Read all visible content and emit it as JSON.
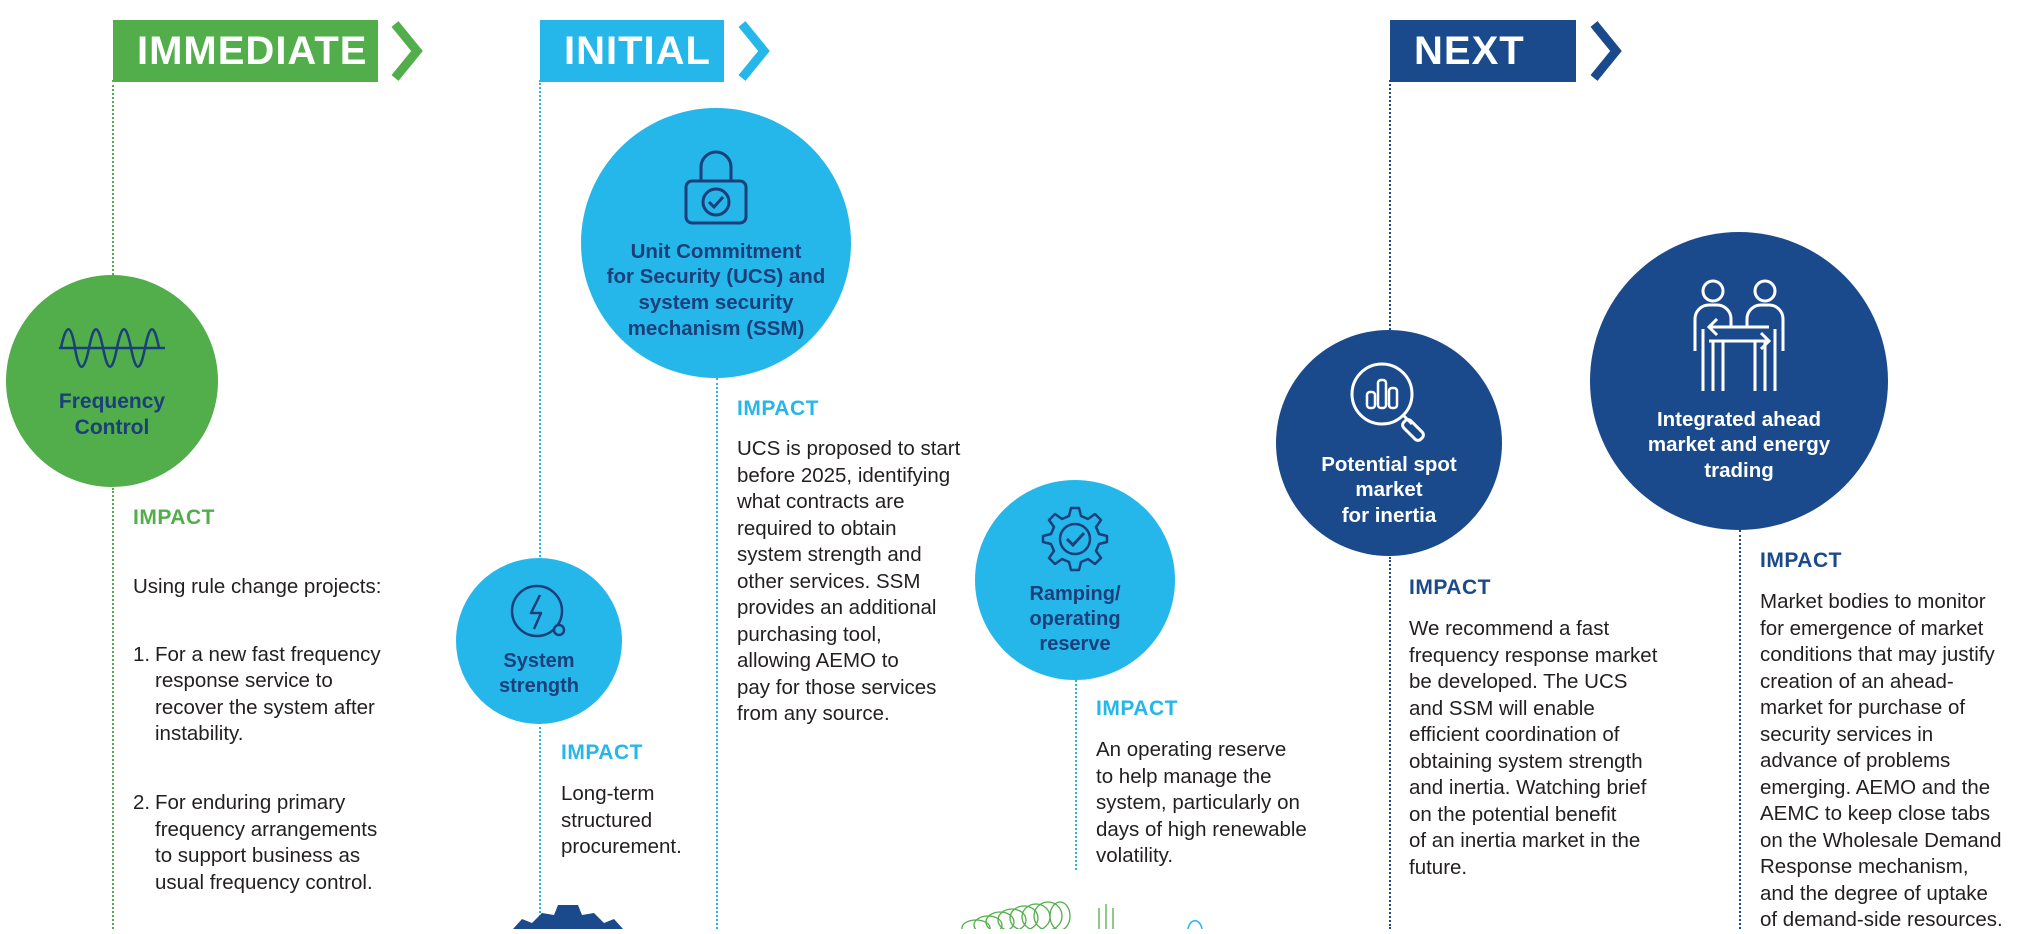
{
  "colors": {
    "green": "#52ae4a",
    "light_blue": "#26b7ea",
    "dark_blue": "#1b4a8c",
    "navy_text": "#1a3f7a",
    "body_text": "#231f20"
  },
  "phases": {
    "immediate": "IMMEDIATE",
    "initial": "INITIAL",
    "next": "NEXT"
  },
  "impact_heading": "IMPACT",
  "items": {
    "frequency_control": {
      "title": "Frequency\nControl",
      "icon": "sine-wave-icon",
      "intro": "Using rule change projects:",
      "list": [
        {
          "num": "1.",
          "text": "For a new fast frequency\nresponse service to\nrecover the system after\ninstability."
        },
        {
          "num": "2.",
          "text": "For enduring primary\nfrequency arrangements\nto support business as\nusual frequency control."
        }
      ]
    },
    "system_strength": {
      "title": "System\nstrength",
      "icon": "lightning-plug-icon",
      "text": "Long-term\nstructured\nprocurement."
    },
    "ucs": {
      "title": "Unit Commitment\nfor Security (UCS) and\nsystem security\nmechanism (SSM)",
      "icon": "padlock-check-icon",
      "text": "UCS is proposed to start\nbefore 2025, identifying\nwhat contracts are\nrequired to obtain\nsystem strength and\nother services. SSM\nprovides an additional\npurchasing tool,\nallowing AEMO to\npay for those services\nfrom any source."
    },
    "ramping": {
      "title": "Ramping/\noperating\nreserve",
      "icon": "gear-check-icon",
      "text": "An operating reserve\nto help manage the\nsystem, particularly on\ndays of high renewable\nvolatility."
    },
    "spot_market": {
      "title": "Potential spot\nmarket\nfor inertia",
      "icon": "magnifier-bar-chart-icon",
      "text": "We recommend a fast\nfrequency response market\nbe developed. The UCS\nand SSM will enable\nefficient coordination of\nobtaining system strength\nand inertia. Watching brief\non the potential benefit\nof an inertia market in the\nfuture."
    },
    "ahead_market": {
      "title": "Integrated ahead\nmarket and energy\ntrading",
      "icon": "people-exchange-icon",
      "text": "Market bodies to monitor\nfor emergence of market\nconditions that may justify\ncreation of an ahead-\nmarket for purchase of\nsecurity services in\nadvance of problems\nemerging. AEMO and the\nAEMC to keep close tabs\non the Wholesale Demand\nResponse mechanism,\nand the degree of uptake\nof demand-side resources."
    }
  }
}
